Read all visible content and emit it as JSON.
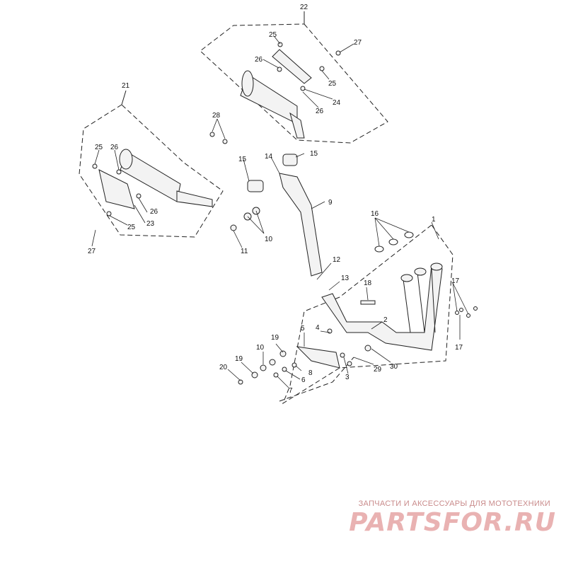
{
  "diagram": {
    "part_numbers": [
      "1",
      "2",
      "3",
      "4",
      "5",
      "6",
      "7",
      "8",
      "9",
      "10",
      "11",
      "12",
      "13",
      "14",
      "15",
      "16",
      "17",
      "18",
      "19",
      "20",
      "21",
      "22",
      "23",
      "24",
      "25",
      "26",
      "27",
      "28",
      "29",
      "30"
    ]
  },
  "watermark": {
    "tagline": "ЗАПЧАСТИ И АКСЕССУАРЫ ДЛЯ МОТОТЕХНИКИ",
    "logo": "PARTSFOR.RU"
  },
  "colors": {
    "line": "#222222",
    "fill": "#f3f3f3",
    "watermark": "#e9b2b2"
  }
}
